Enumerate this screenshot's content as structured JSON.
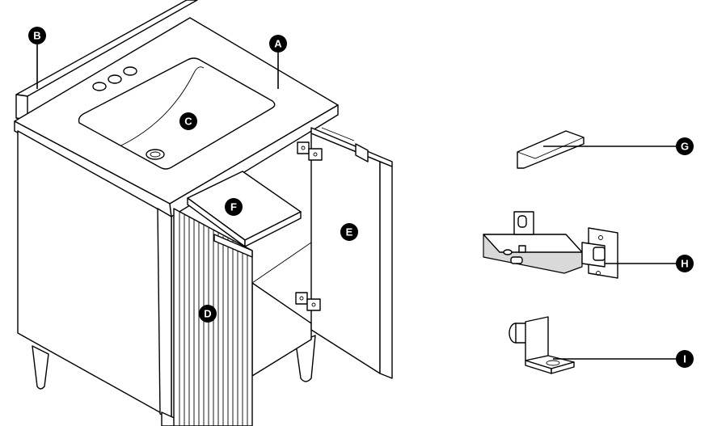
{
  "labels": {
    "A": "A",
    "B": "B",
    "C": "C",
    "D": "D",
    "E": "E",
    "F": "F",
    "G": "G",
    "H": "H",
    "I": "I"
  },
  "colors": {
    "line": "#000000",
    "background": "#ffffff",
    "fill_grey": "#d9d9d9"
  },
  "icons": {
    "cabinet": "vanity-cabinet-drawing",
    "door_bumper": "door-bumper-icon",
    "hinge": "concealed-hinge-icon",
    "shelf_pin": "shelf-support-pin-icon"
  }
}
